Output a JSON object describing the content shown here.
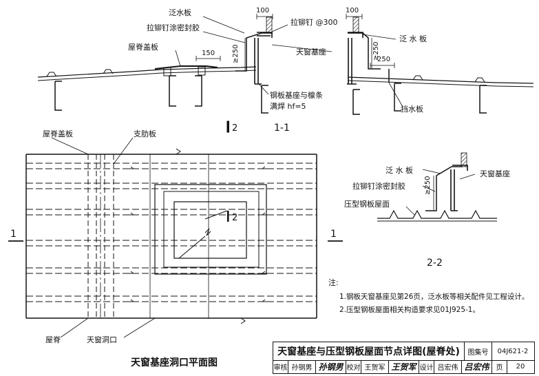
{
  "section_1_1": {
    "title": "1-1",
    "dim_100_left": "100",
    "dim_100_right": "100",
    "dim_150": "150",
    "dim_250_left": "≥250",
    "dim_250_right": "≥250",
    "dim_250_h": "250",
    "labels": {
      "flashing_left": "泛水板",
      "rivet_sealant": "拉铆钉涂密封胶",
      "ridge_cover": "屋脊盖板",
      "rivet_300": "拉铆钉 @300",
      "skylight_base": "天窗基座",
      "flashing_right": "泛 水 板",
      "steel_base_weld": "钢板基座与檩条",
      "weld_hf": "满焊 hf=5",
      "water_stop": "挡水板"
    },
    "section_mark": "2"
  },
  "plan": {
    "title": "天窗基座洞口平面图",
    "ridge_cover": "屋脊盖板",
    "support_rib": "支肋板",
    "ridge": "屋脊",
    "opening": "天窗洞口",
    "mark_1_left": "1",
    "mark_2_center": "2"
  },
  "section_2_2": {
    "title": "2-2",
    "flashing": "泛 水 板",
    "rivet_sealant": "拉铆钉涂密封胶",
    "steel_roof": "压型钢板屋面",
    "skylight_base": "天窗基座",
    "dim_250": "≥250",
    "mark_1_right": "1"
  },
  "notes": {
    "heading": "注:",
    "items": [
      "1.钢板天窗基座见第26页，泛水板等相关配件见工程设计。",
      "2.压型钢板屋面相关构造要求见01J925-1。"
    ]
  },
  "title_block": {
    "title": "天窗基座与压型钢板屋面节点详图(屋脊处)",
    "atlas_label": "图集号",
    "atlas_no": "04J621-2",
    "review_label": "审核",
    "reviewer": "孙钢男",
    "reviewer_sig": "孙钢男",
    "check_label": "校对",
    "checker": "王贺军",
    "checker_sig": "王贺军",
    "design_label": "设计",
    "designer": "吕宏伟",
    "designer_sig": "吕宏伟",
    "page_label": "页",
    "page_no": "20"
  }
}
